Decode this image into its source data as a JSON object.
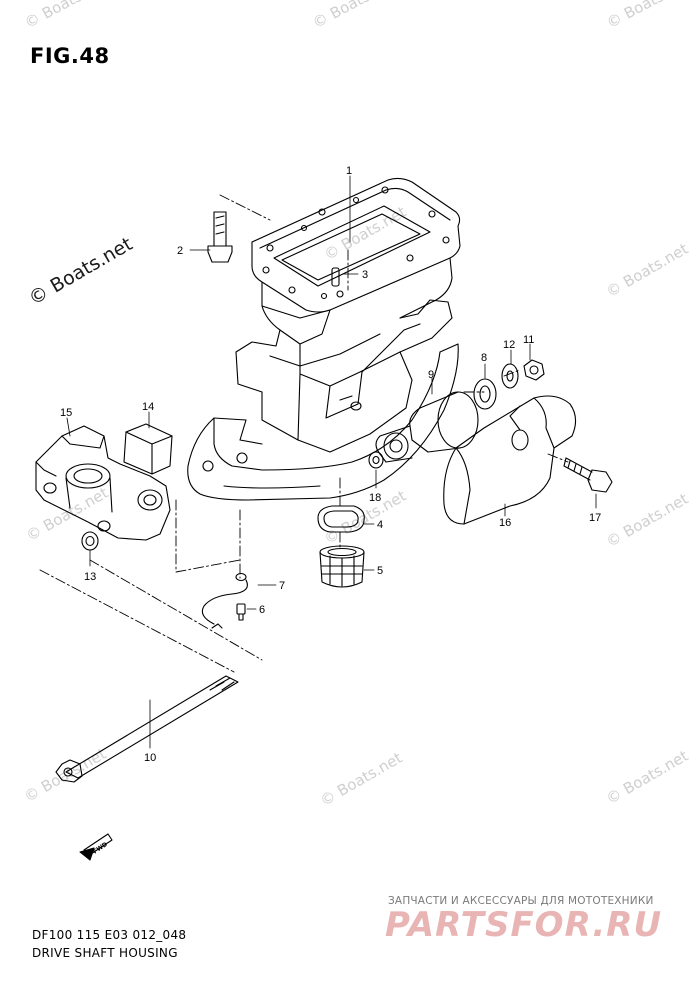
{
  "figure": {
    "title": "FIG.48",
    "code": "DF100 115 E03 012_048",
    "name": "DRIVE SHAFT HOUSING"
  },
  "watermark": {
    "text": "© Boats.net"
  },
  "brand": {
    "tagline": "ЗАПЧАСТИ И АКСЕССУАРЫ ДЛЯ МОТОТЕХНИКИ",
    "logo": "PARTSFOR.RU",
    "logo_color": "#e8b4b4"
  },
  "direction_marker": "FWD",
  "callouts": [
    "1",
    "2",
    "3",
    "4",
    "5",
    "6",
    "7",
    "8",
    "9",
    "10",
    "11",
    "12",
    "13",
    "14",
    "15",
    "16",
    "17",
    "18"
  ],
  "colors": {
    "line": "#000000",
    "watermark": "#cfcfcf",
    "background": "#ffffff"
  }
}
